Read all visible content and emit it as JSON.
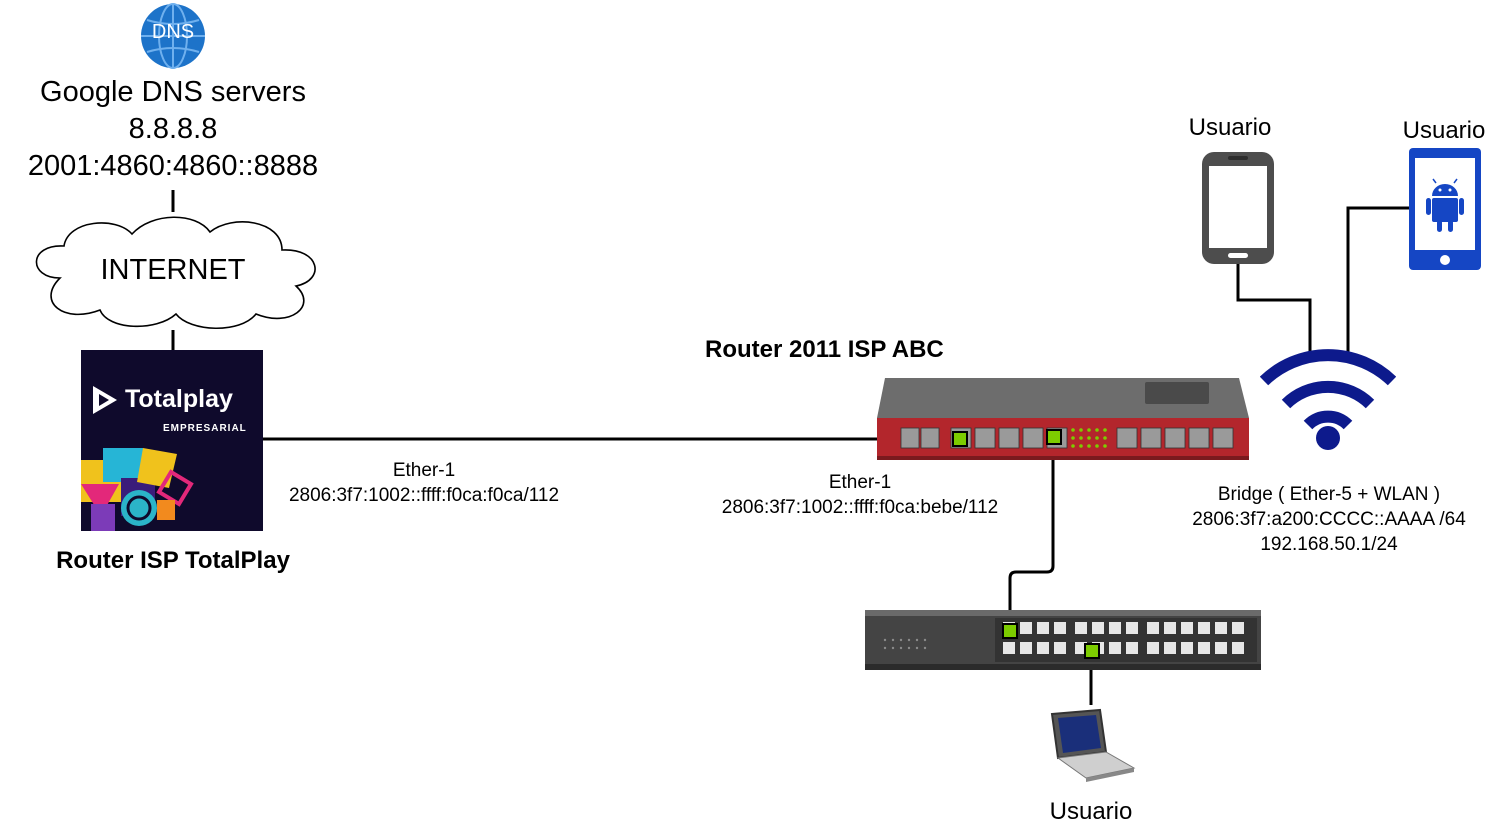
{
  "dns": {
    "icon_label": "DNS",
    "title": "Google DNS servers",
    "ipv4": "8.8.8.8",
    "ipv6": "2001:4860:4860::8888"
  },
  "internet": {
    "label": "INTERNET"
  },
  "totalplay": {
    "logo_name": "Totalplay",
    "logo_sub": "EMPRESARIAL",
    "caption": "Router ISP TotalPlay",
    "brand_color": "#0f0a2c"
  },
  "link_totalplay": {
    "iface": "Ether-1",
    "address": "2806:3f7:1002::ffff:f0ca:f0ca/112"
  },
  "router_abc": {
    "title": "Router 2011 ISP ABC",
    "iface": "Ether-1",
    "address": "2806:3f7:1002::ffff:f0ca:bebe/112",
    "body_color": "#b3262c"
  },
  "bridge": {
    "label": "Bridge ( Ether-5 + WLAN )",
    "ipv6": "2806:3f7:a200:CCCC::AAAA /64",
    "ipv4": "192.168.50.1/24"
  },
  "users": {
    "phone_label": "Usuario",
    "android_label": "Usuario",
    "laptop_label": "Usuario"
  },
  "colors": {
    "wifi": "#0d1a8c",
    "android_phone": "#1546c4",
    "port_active": "#7dcc00"
  }
}
